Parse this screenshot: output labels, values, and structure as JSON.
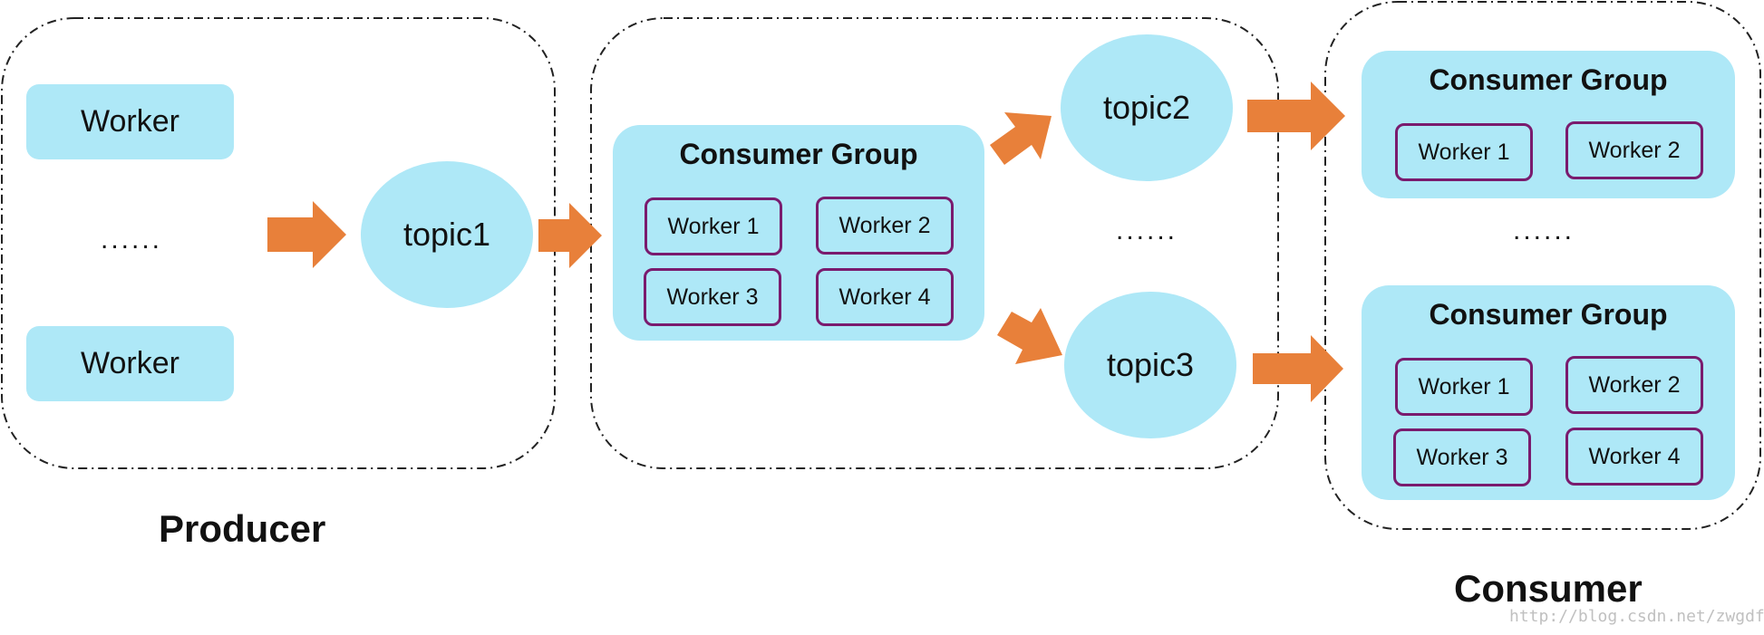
{
  "producer": {
    "label": "Producer",
    "worker_top": "Worker",
    "dots": "......",
    "worker_bottom": "Worker",
    "topic": "topic1"
  },
  "middle": {
    "group": {
      "title": "Consumer Group",
      "workers": [
        "Worker 1",
        "Worker 2",
        "Worker 3",
        "Worker 4"
      ]
    },
    "topic2": "topic2",
    "dots": "......",
    "topic3": "topic3"
  },
  "consumer": {
    "label": "Consumer",
    "group_top": {
      "title": "Consumer Group",
      "workers": [
        "Worker 1",
        "Worker 2"
      ]
    },
    "dots": "......",
    "group_bottom": {
      "title": "Consumer Group",
      "workers": [
        "Worker 1",
        "Worker 2",
        "Worker 3",
        "Worker 4"
      ]
    }
  },
  "watermark": "http://blog.csdn.net/zwgdft",
  "colors": {
    "box_fill": "#aee8f7",
    "arrow": "#e8803a",
    "worker_border": "#7a1b6e",
    "dash_border": "#222222"
  }
}
